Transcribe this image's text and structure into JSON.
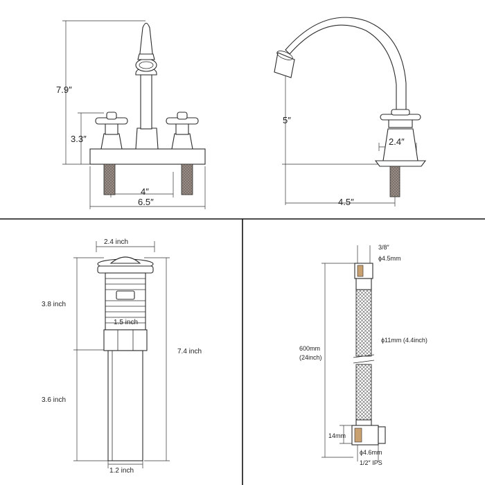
{
  "panels": {
    "faucet_front": {
      "height_total": "7.9″",
      "height_handle": "3.3″",
      "center_spread": "4″",
      "base_width": "6.5″"
    },
    "faucet_side": {
      "spout_height": "5″",
      "base_width": "2.4″",
      "spout_reach": "4.5″"
    },
    "drain": {
      "top_width": "2.4 inch",
      "upper_height": "3.8 inch",
      "thread_width": "1.5 inch",
      "total_height": "7.4 inch",
      "lower_height": "3.6 inch",
      "tail_width": "1.2 inch"
    },
    "hose": {
      "top_size": "3/8″",
      "top_bore": "ϕ4.5mm",
      "length": "600mm\n(24inch)",
      "length_mm": "600mm",
      "length_in": "(24inch)",
      "hose_diameter": "ϕ11mm (4.4inch)",
      "nut_height": "14mm",
      "bottom_bore": "ϕ4.6mm",
      "bottom_size": "1/2″ IPS"
    }
  }
}
